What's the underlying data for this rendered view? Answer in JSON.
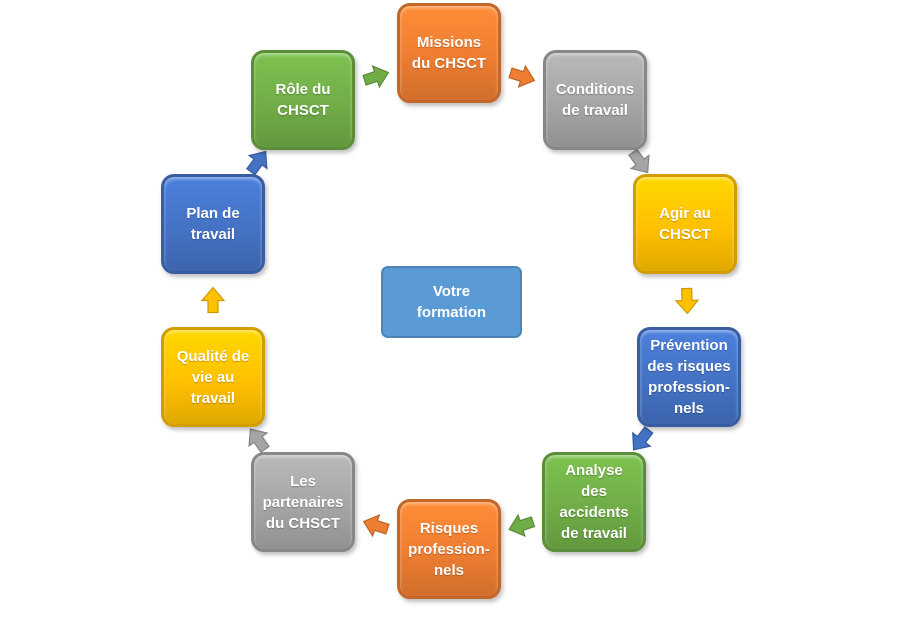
{
  "colors": {
    "orange": "#ED7D31",
    "gray": "#A5A5A5",
    "yellow": "#FFC000",
    "blue": "#4472C4",
    "green": "#70AD47",
    "light_blue": "#5B9BD5"
  },
  "center": {
    "label": "Votre\nformation",
    "color": "light_blue"
  },
  "nodes": [
    {
      "id": "missions",
      "label": "Missions\ndu CHSCT",
      "color": "orange"
    },
    {
      "id": "conditions",
      "label": "Conditions\nde travail",
      "color": "gray"
    },
    {
      "id": "agir",
      "label": "Agir au\nCHSCT",
      "color": "yellow"
    },
    {
      "id": "prevention",
      "label": "Prévention\ndes risques\nprofession-\nnels",
      "color": "blue"
    },
    {
      "id": "analyse",
      "label": "Analyse\ndes\naccidents\nde travail",
      "color": "green"
    },
    {
      "id": "risques",
      "label": "Risques\nprofession-\nnels",
      "color": "orange"
    },
    {
      "id": "partenaires",
      "label": "Les\npartenaires\ndu CHSCT",
      "color": "gray"
    },
    {
      "id": "qualite",
      "label": "Qualité de\nvie au\ntravail",
      "color": "yellow"
    },
    {
      "id": "plan",
      "label": "Plan de\ntravail",
      "color": "blue"
    },
    {
      "id": "role",
      "label": "Rôle du\nCHSCT",
      "color": "green"
    }
  ],
  "arrows": [
    {
      "from": "role",
      "to": "missions",
      "color": "green"
    },
    {
      "from": "missions",
      "to": "conditions",
      "color": "orange"
    },
    {
      "from": "conditions",
      "to": "agir",
      "color": "gray"
    },
    {
      "from": "agir",
      "to": "prevention",
      "color": "yellow"
    },
    {
      "from": "prevention",
      "to": "analyse",
      "color": "blue"
    },
    {
      "from": "analyse",
      "to": "risques",
      "color": "green"
    },
    {
      "from": "risques",
      "to": "partenaires",
      "color": "orange"
    },
    {
      "from": "partenaires",
      "to": "qualite",
      "color": "gray"
    },
    {
      "from": "qualite",
      "to": "plan",
      "color": "yellow"
    },
    {
      "from": "plan",
      "to": "role",
      "color": "blue"
    }
  ]
}
